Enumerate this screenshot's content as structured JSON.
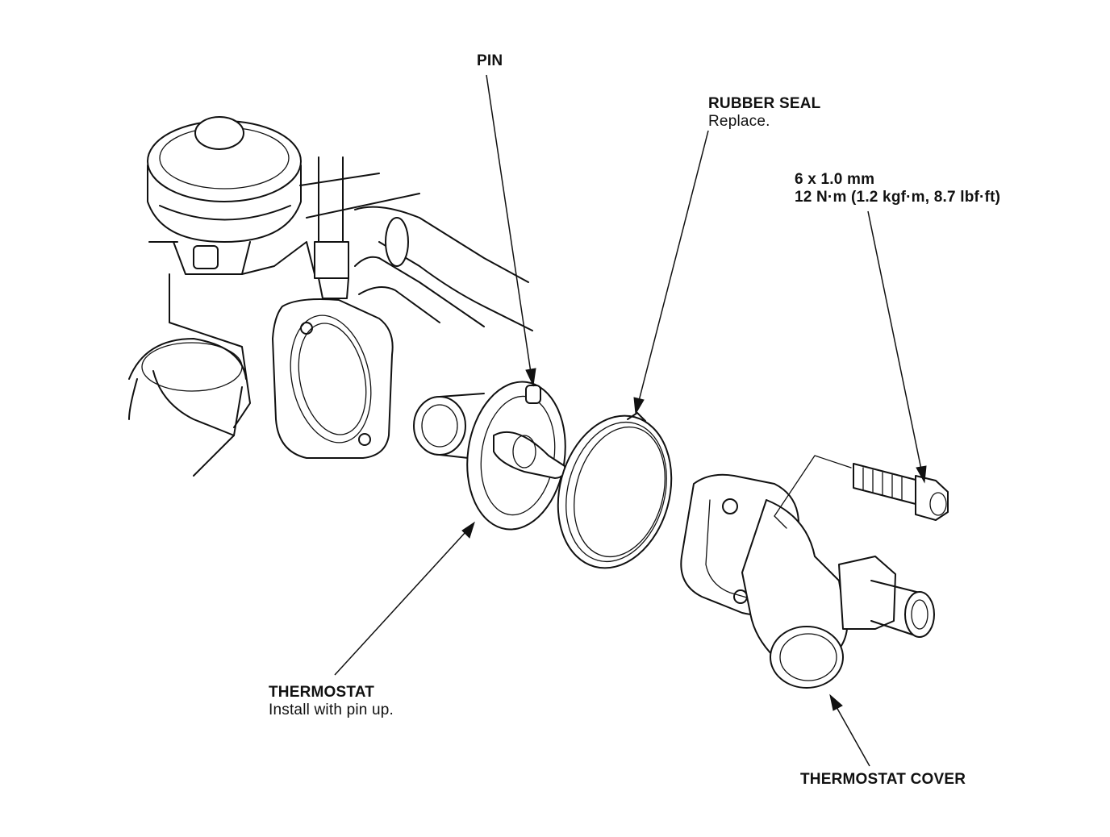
{
  "labels": {
    "pin": "PIN",
    "rubber_seal": "RUBBER SEAL",
    "rubber_seal_note": "Replace.",
    "bolt_size": "6 x 1.0 mm",
    "bolt_torque": "12 N·m (1.2 kgf·m, 8.7 lbf·ft)",
    "thermostat": "THERMOSTAT",
    "thermostat_note": "Install with pin up.",
    "thermostat_cover": "THERMOSTAT COVER"
  },
  "colors": {
    "line": "#111111",
    "background": "#ffffff"
  }
}
